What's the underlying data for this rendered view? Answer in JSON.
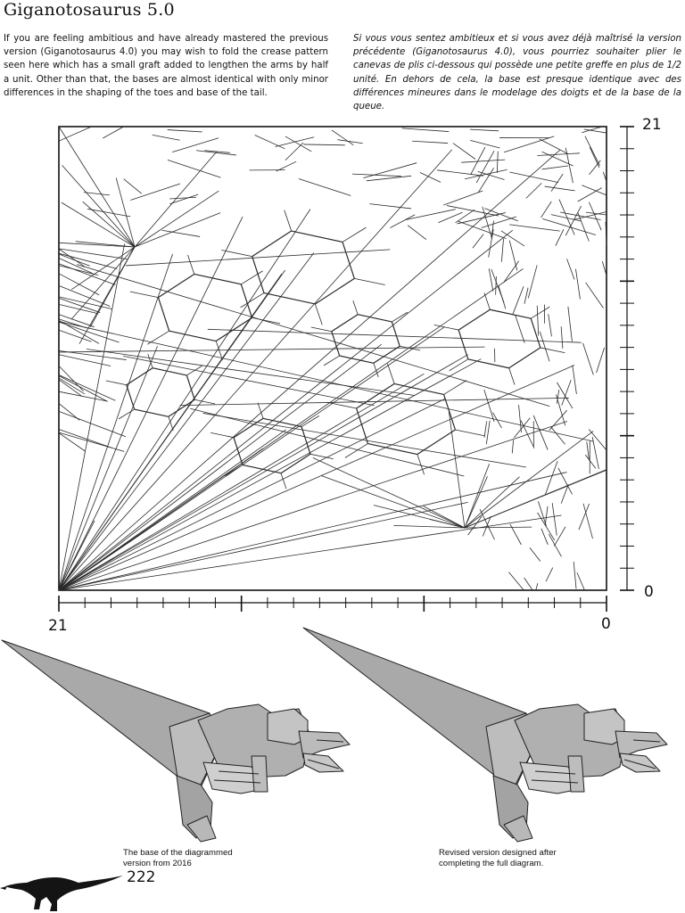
{
  "title": "Giganotosaurus 5.0",
  "text_en": "If you are feeling ambitious and have already mastered the previous version (Giganotosaurus 4.0) you may wish to fold the crease pattern seen here which has a small graft added to lengthen the arms by half a unit. Other than that, the bases are almost identical with only minor differences in the shaping of the toes and base of the tail.",
  "text_fr": "Si vous vous sentez ambitieux et si vous avez déjà maîtrisé la version précédente (Giganotosaurus 4.0), vous pourriez souhaiter plier le canevas de plis ci-dessous qui possède une petite greffe en plus de 1/2 unité. En dehors de cela, la base est presque identique avec des différences mineures dans le modelage des doigts et de la base de la queue.",
  "axis": {
    "right_top": "21",
    "right_bottom": "0",
    "bottom_left": "21",
    "bottom_right": "0"
  },
  "captions": {
    "left": [
      "The base of the diagrammed",
      "version from 2016"
    ],
    "right": [
      "Revised version designed after",
      "completing the full diagram."
    ]
  },
  "page_number": "222",
  "colors": {
    "model_fill": "#a9a9a9",
    "model_stroke": "#222222",
    "silhouette": "#141414"
  }
}
